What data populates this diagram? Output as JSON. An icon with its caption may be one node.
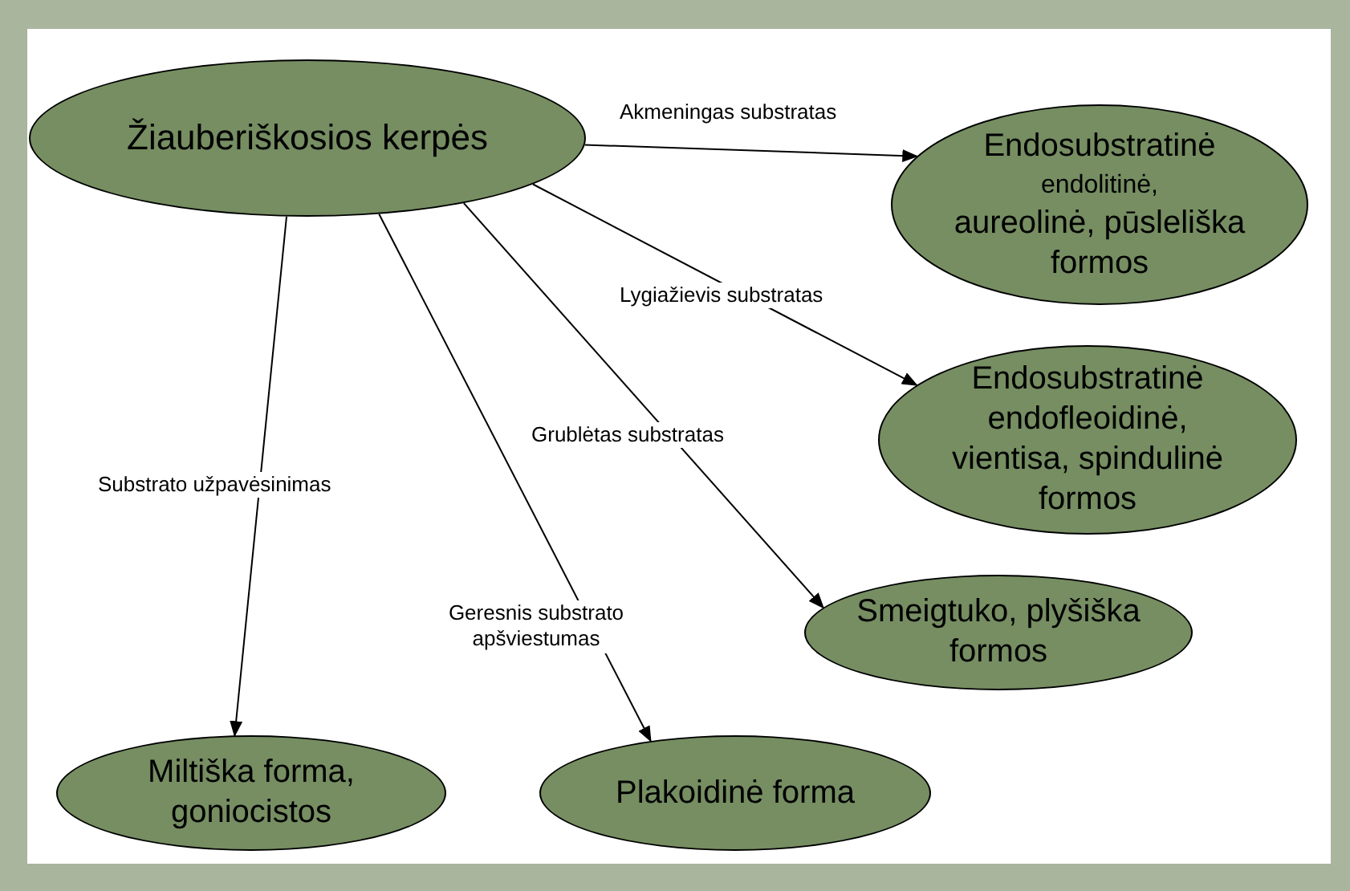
{
  "diagram": {
    "nodes": [
      {
        "text": [
          "Žiauberiškosios kerpės"
        ]
      },
      {
        "text": [
          "Endosubstratinė",
          "endolitinė,",
          "aureolinė, pūsleliška formos"
        ]
      },
      {
        "text": [
          "Endosubstratinė",
          "endofleoidinė,",
          "vientisa, spindulinė formos"
        ]
      },
      {
        "text": [
          "Smeigtuko, plyšiška formos"
        ]
      },
      {
        "text": [
          "Miltiška forma, goniocistos"
        ]
      },
      {
        "text": [
          "Plakoidinė forma"
        ]
      }
    ],
    "edges": [
      {
        "from": 0,
        "to": 1,
        "arrow": "to",
        "label": "Akmeningas substratas"
      },
      {
        "from": 0,
        "to": 2,
        "arrow": "to",
        "label": "Lygiažievis substratas"
      },
      {
        "from": 0,
        "to": 3,
        "arrow": "to",
        "label": "Grublėtas substratas"
      },
      {
        "from": 0,
        "to": 4,
        "arrow": "to",
        "label": "Substrato užpavėsinimas"
      },
      {
        "from": 0,
        "to": 5,
        "arrow": "to",
        "label": "Geresnis substrato apšviestumas"
      }
    ]
  }
}
